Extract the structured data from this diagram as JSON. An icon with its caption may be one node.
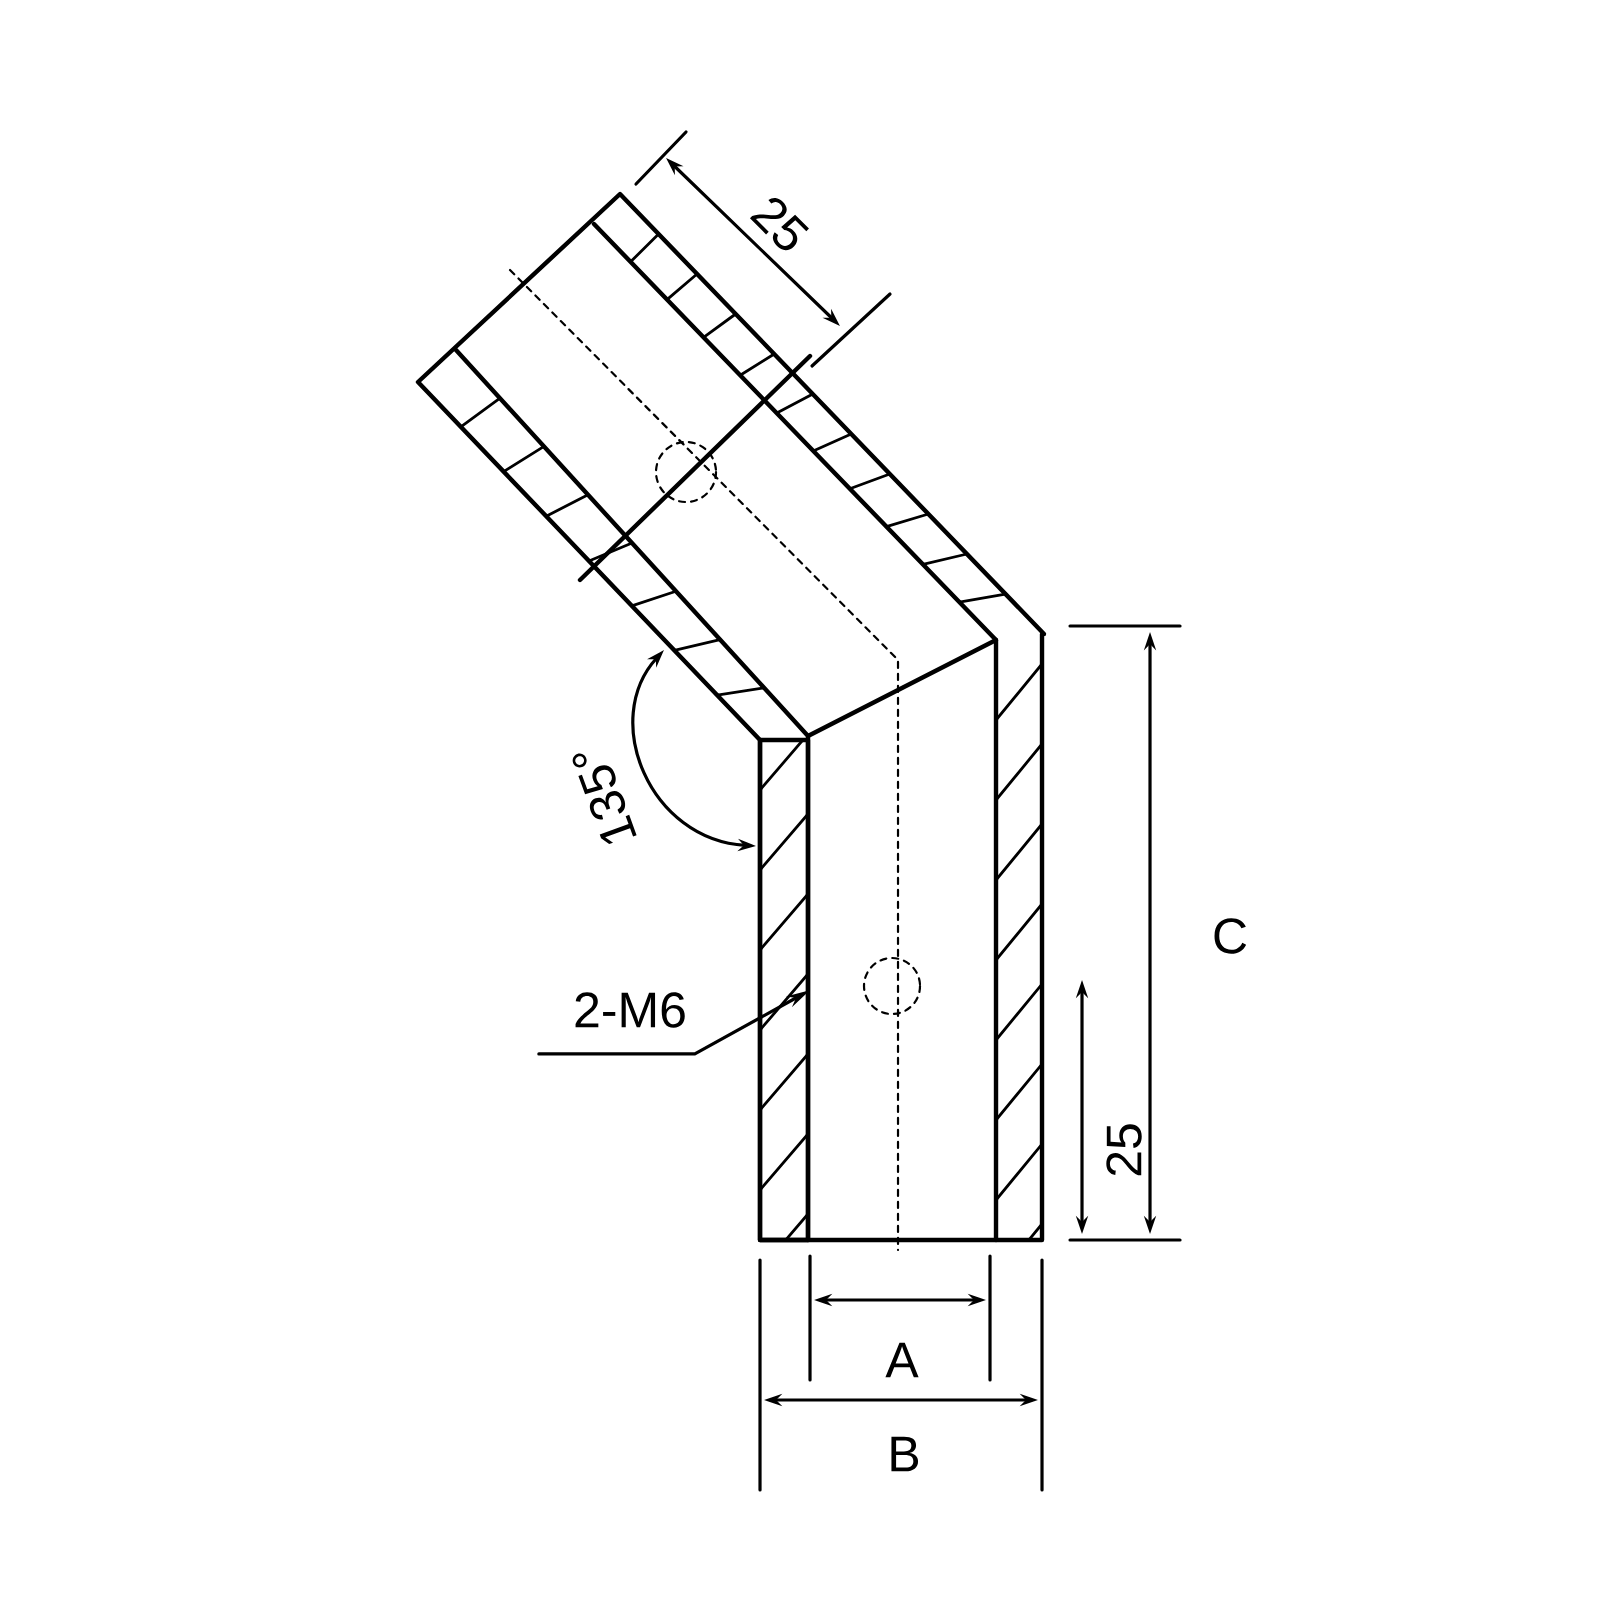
{
  "diagram": {
    "nodes": [
      {
        "text": [
          "2-M6"
        ]
      },
      {
        "text": [],
        "shape": "box"
      }
    ],
    "edges": [
      {
        "from": 0,
        "to": 1,
        "arrow": "to"
      }
    ],
    "labels": [
      "25",
      "135°",
      "C",
      "25",
      "A",
      "B"
    ]
  }
}
